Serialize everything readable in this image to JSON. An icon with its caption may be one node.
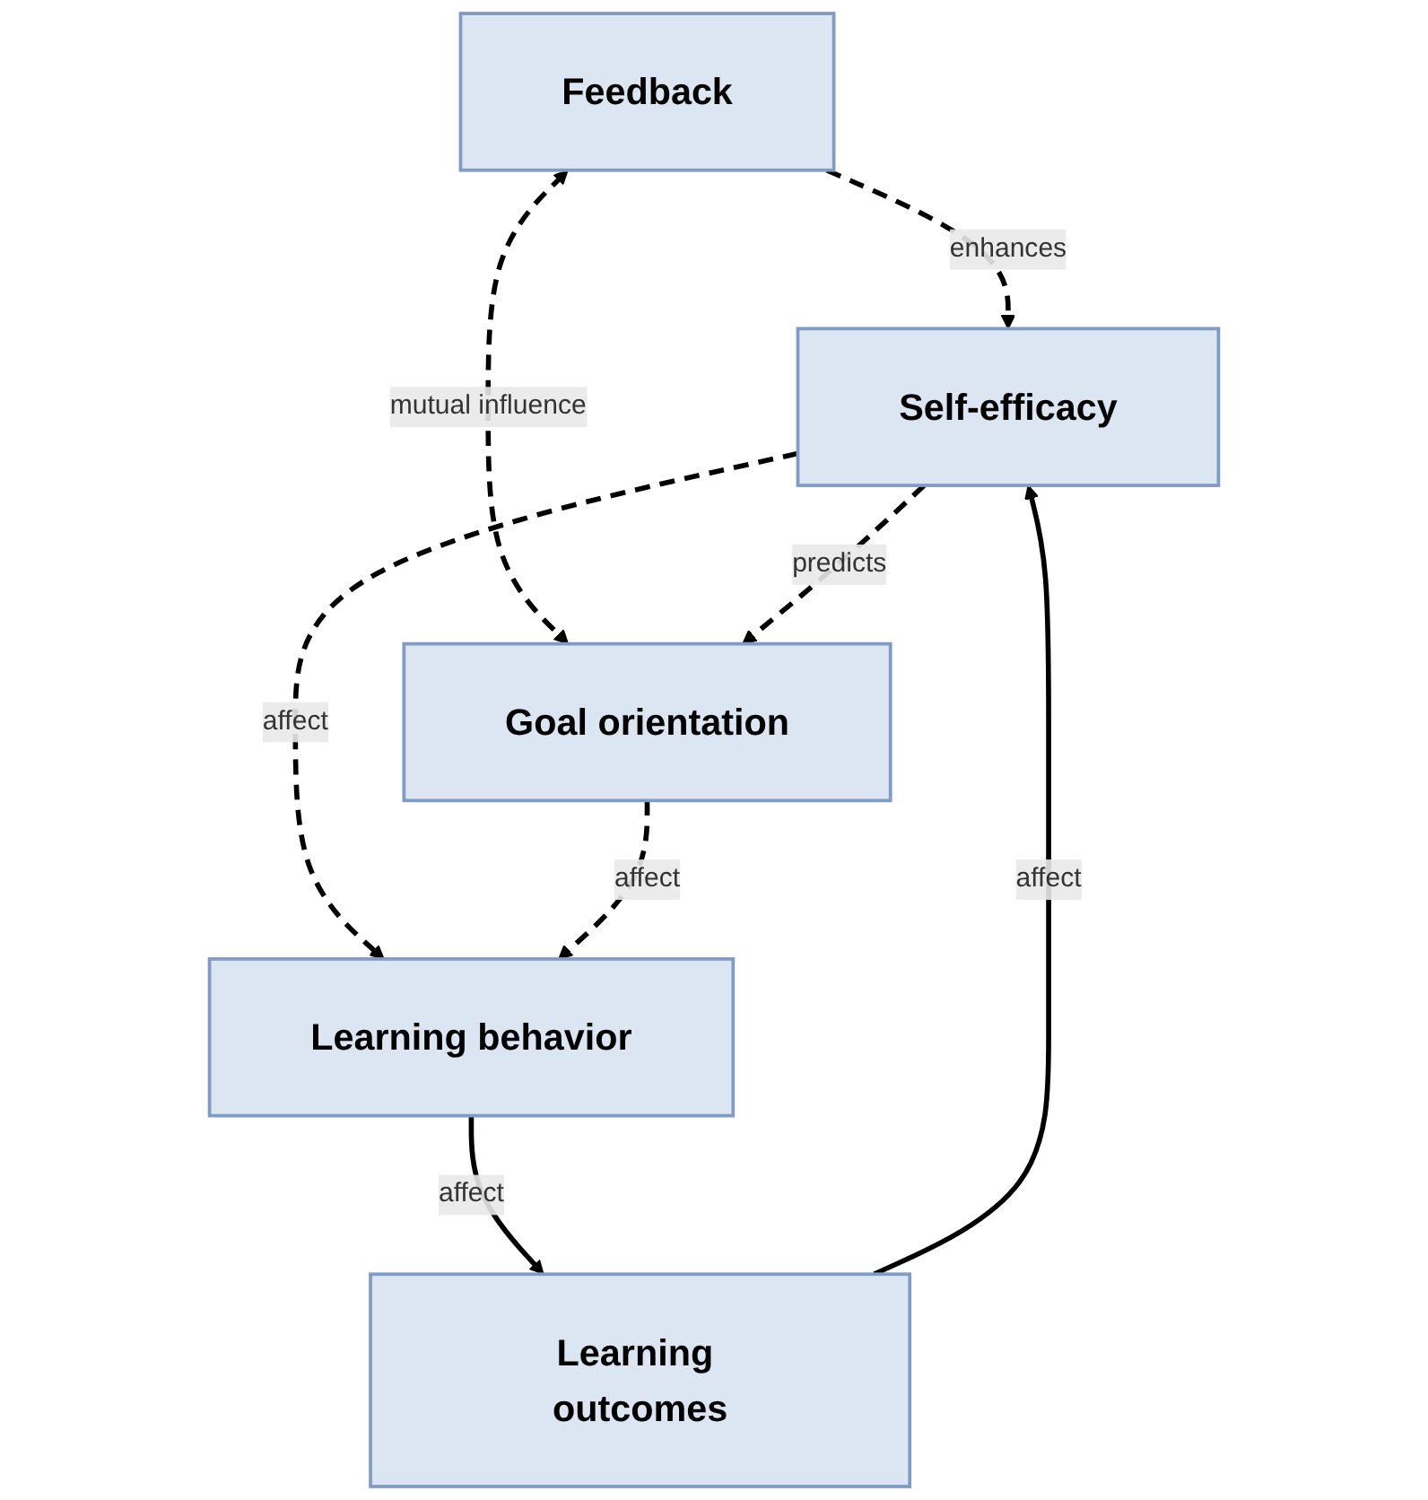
{
  "diagram": {
    "nodes": [
      {
        "text": [
          "Feedback"
        ]
      },
      {
        "text": [
          "Self-efficacy"
        ]
      },
      {
        "text": [
          "Goal orientation"
        ]
      },
      {
        "text": [
          "Learning behavior"
        ]
      },
      {
        "text": [
          "Learning outcomes"
        ]
      }
    ],
    "edges": [
      {
        "from": 0,
        "to": 1,
        "arrow": "to",
        "label": "enhances",
        "style": "dashed"
      },
      {
        "from": 0,
        "to": 2,
        "arrow": "both",
        "label": "mutual influence",
        "style": "dashed"
      },
      {
        "from": 1,
        "to": 2,
        "arrow": "to",
        "label": "predicts",
        "style": "dashed"
      },
      {
        "from": 1,
        "to": 3,
        "arrow": "to",
        "label": "affect",
        "style": "dashed"
      },
      {
        "from": 2,
        "to": 3,
        "arrow": "to",
        "label": "affect",
        "style": "dashed"
      },
      {
        "from": 3,
        "to": 4,
        "arrow": "to",
        "label": "affect"
      },
      {
        "from": 4,
        "to": 1,
        "arrow": "to",
        "label": "affect"
      }
    ]
  }
}
